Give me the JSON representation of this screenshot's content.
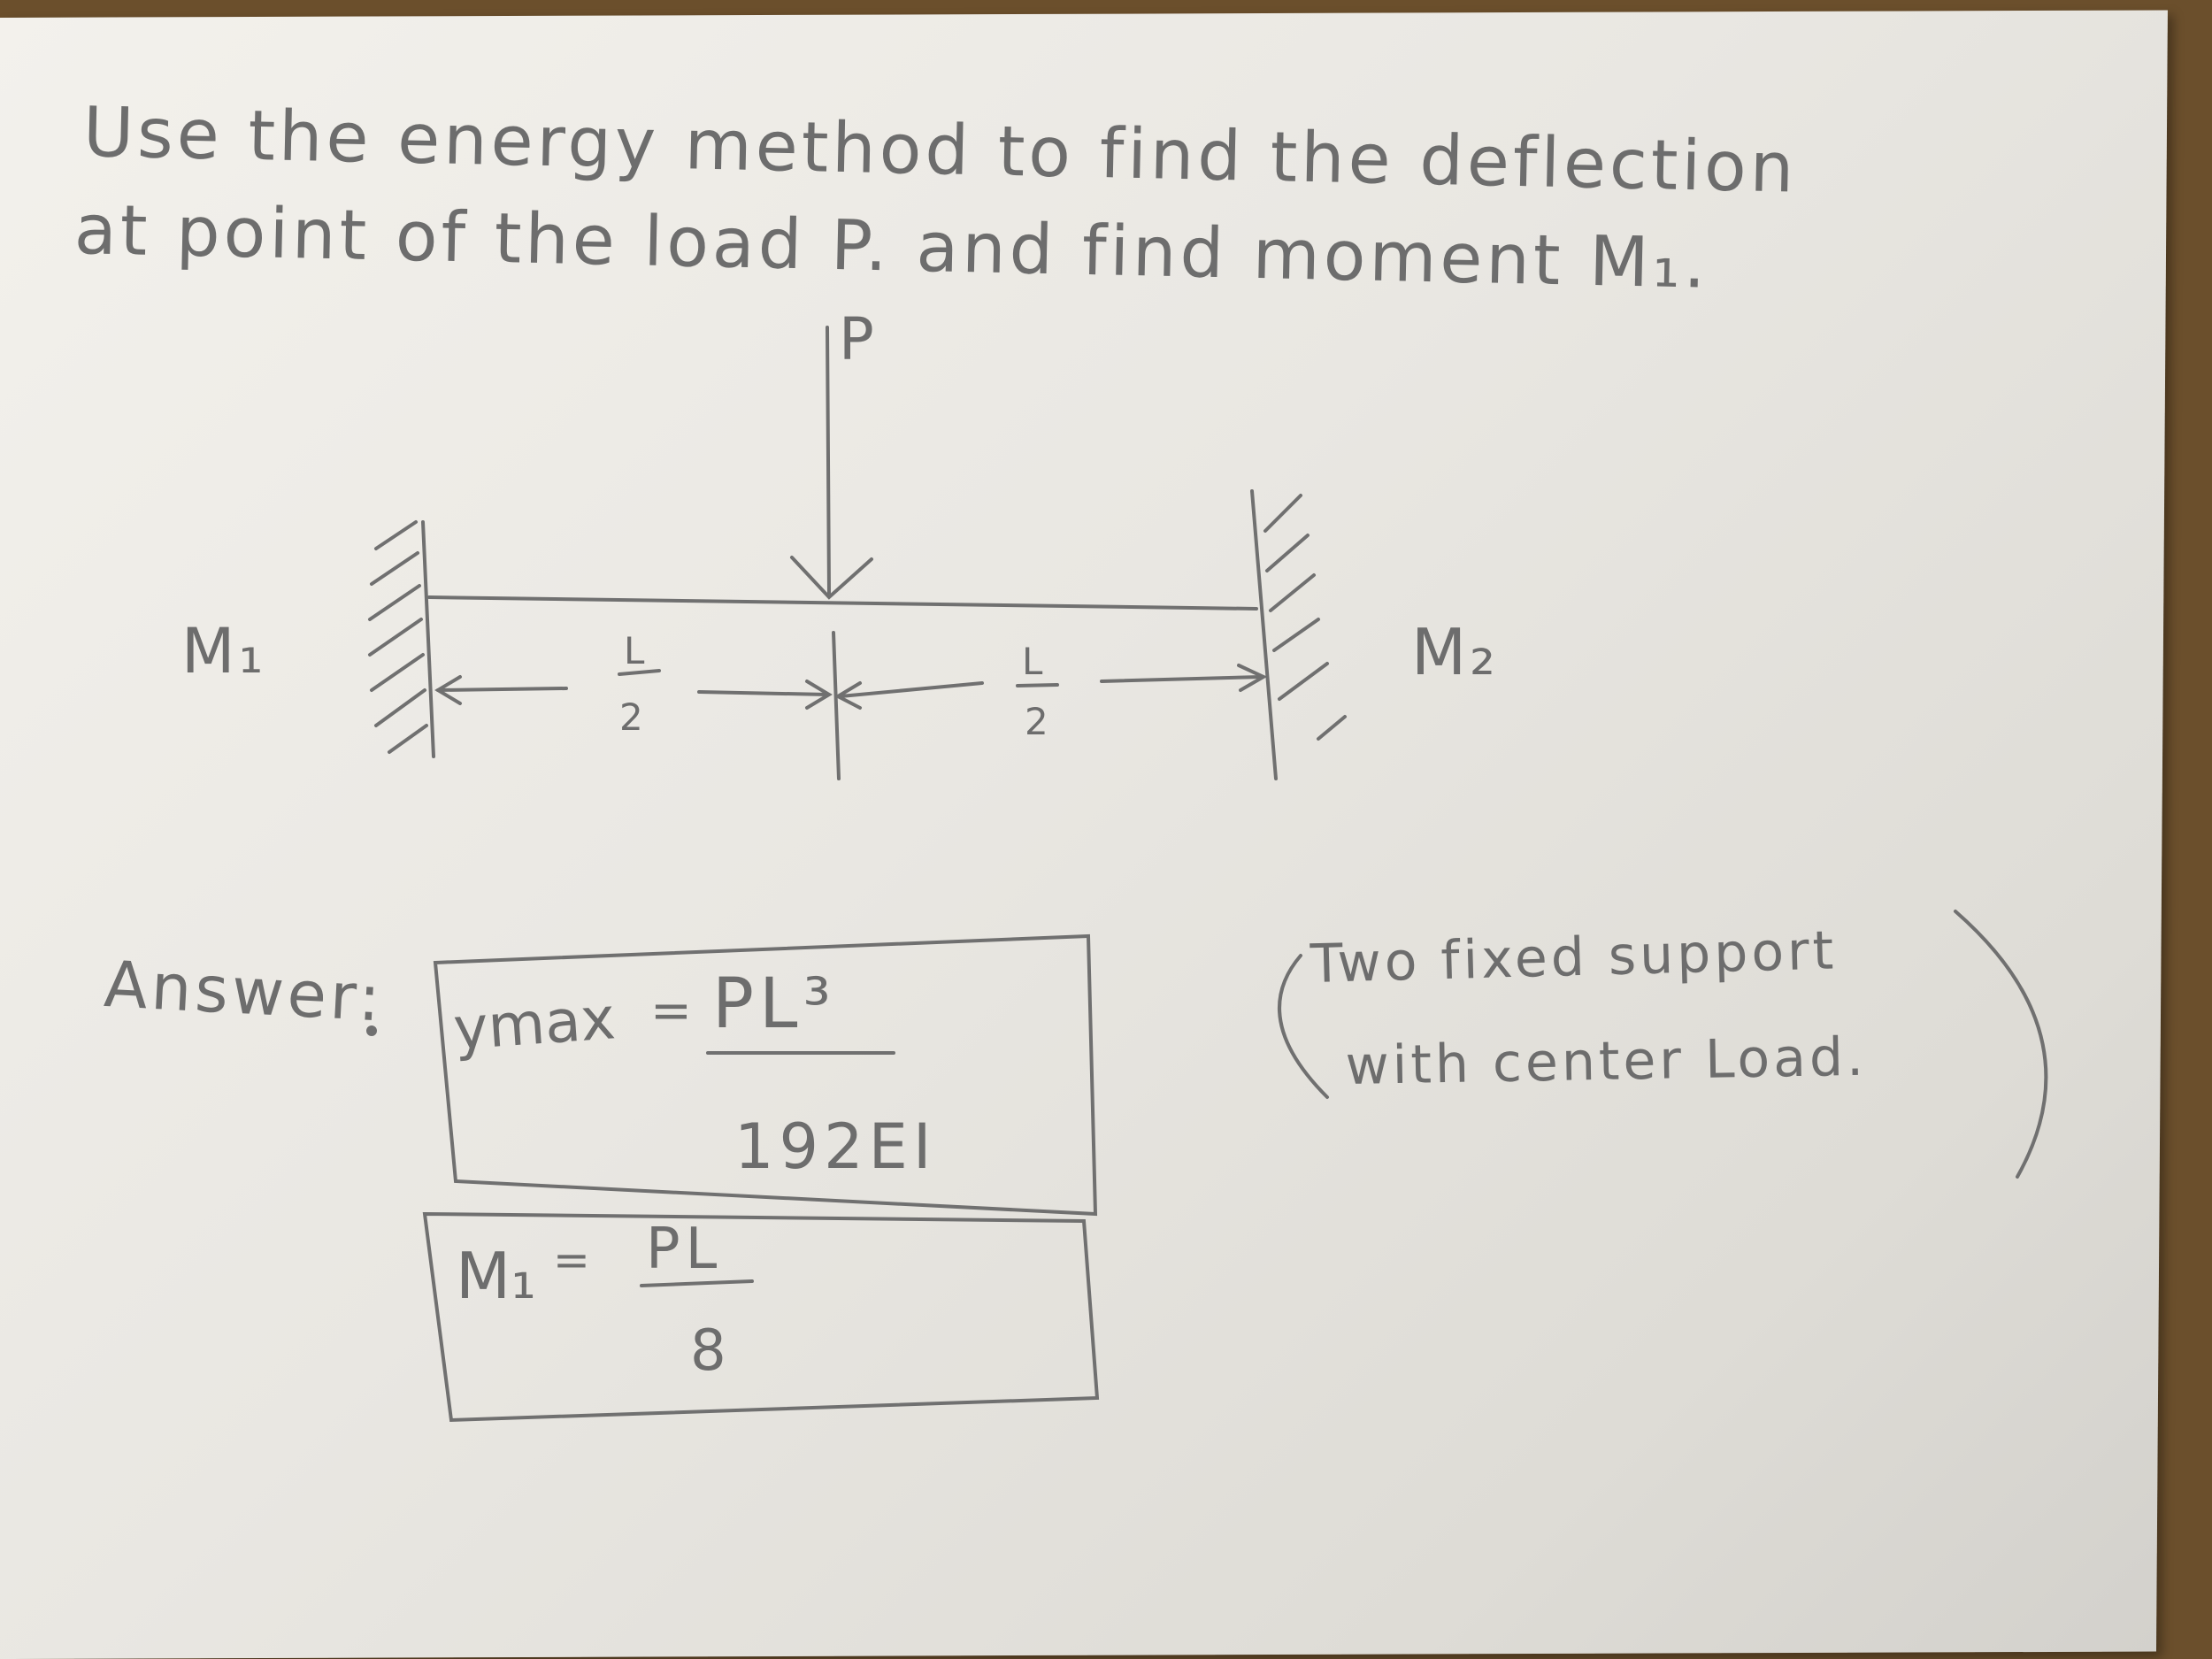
{
  "problem": {
    "line1": "Use the energy method to find the deflection",
    "line2": "at point of the load P. and find moment M₁."
  },
  "diagram": {
    "load_label": "P",
    "left_moment_label": "M₁",
    "right_moment_label": "M₂",
    "left_span_label": "L/2",
    "right_span_label": "L/2"
  },
  "answer": {
    "label": "Answer:",
    "ymax_label": "ymax",
    "ymax_equals": "=",
    "ymax_numerator": "PL³",
    "ymax_denominator": "192EI",
    "m1_label": "M₁",
    "m1_equals": "=",
    "m1_numerator": "PL",
    "m1_denominator": "8"
  },
  "note": {
    "line1": "Two fixed support",
    "line2": "with center Load."
  },
  "colors": {
    "pencil": "#6d6d6d",
    "paper": "#ecEAE5",
    "background": "#6b4f2c"
  }
}
